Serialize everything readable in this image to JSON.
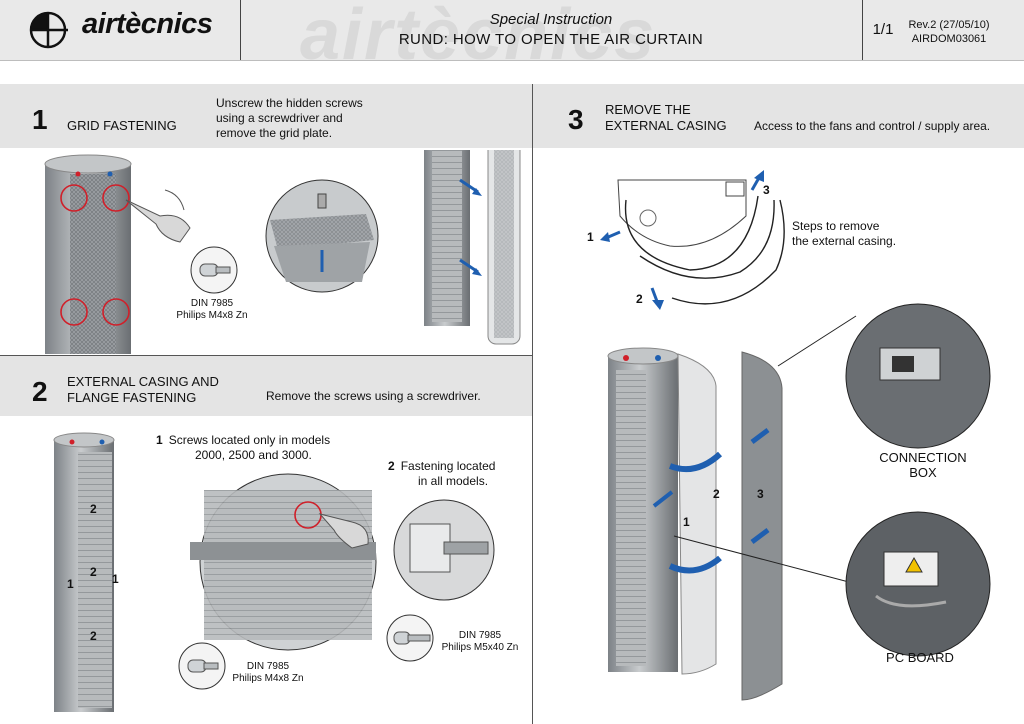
{
  "header": {
    "brand": "airtècnics",
    "watermark": "airtècnics",
    "doc_type": "Special Instruction",
    "title": "RUND: HOW TO OPEN THE AIR CURTAIN",
    "page": "1/1",
    "revision": "Rev.2 (27/05/10)",
    "doc_code": "AIRDOM03061"
  },
  "section1": {
    "number": "1",
    "title": "GRID FASTENING",
    "description_lines": [
      "Unscrew the hidden screws",
      "using a screwdriver and",
      "remove the grid plate."
    ],
    "screw_name": "DIN 7985",
    "screw_spec": "Philips M4x8 Zn"
  },
  "section2": {
    "number": "2",
    "title_lines": [
      "EXTERNAL CASING AND",
      "FLANGE FASTENING"
    ],
    "description": "Remove the screws using a screwdriver.",
    "note1_num": "1",
    "note1_lines": [
      "Screws located only in models",
      "2000, 2500 and 3000."
    ],
    "note2_num": "2",
    "note2_lines": [
      "Fastening located",
      "in all models."
    ],
    "screw_a_name": "DIN 7985",
    "screw_a_spec": "Philips M4x8 Zn",
    "screw_b_name": "DIN 7985",
    "screw_b_spec": "Philips M5x40 Zn",
    "callouts": [
      "2",
      "2",
      "2",
      "1",
      "1"
    ]
  },
  "section3": {
    "number": "3",
    "title_lines": [
      "REMOVE THE",
      "EXTERNAL CASING"
    ],
    "description": "Access to the fans and control / supply area.",
    "steps_lines": [
      "Steps to remove",
      "the external casing."
    ],
    "step_labels": [
      "1",
      "2",
      "3"
    ],
    "casing_labels": [
      "1",
      "2",
      "3"
    ],
    "connection_box_lines": [
      "CONNECTION",
      "BOX"
    ],
    "pc_board": "PC BOARD"
  },
  "colors": {
    "accent_blue": "#1f5fb0",
    "highlight_red": "#d0202a",
    "band": "#e4e4e4"
  }
}
